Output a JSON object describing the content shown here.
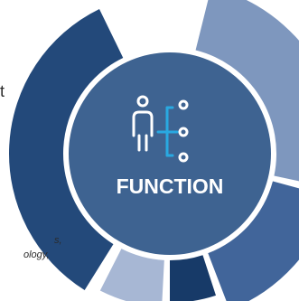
{
  "diagram": {
    "center_label": "FUNCTION",
    "center_icon": "person-with-connected-nodes-icon",
    "colors": {
      "center_fill": "#3e6391",
      "center_ring": "#ffffff",
      "icon": "#ffffff",
      "icon_accent": "#29a9e1",
      "label": "#ffffff"
    },
    "segments": [
      {
        "name": "segment-top-right",
        "color": "#7e97be"
      },
      {
        "name": "segment-bottom-right",
        "color": "#41659a"
      },
      {
        "name": "segment-bottom",
        "color": "#173a68"
      },
      {
        "name": "segment-bottom-left",
        "color": "#a7b7d4"
      },
      {
        "name": "segment-left",
        "color": "#23497a"
      }
    ]
  },
  "partial_texts": {
    "fragment_1": "t",
    "fragment_2_lines": [
      "s,",
      "ology,"
    ]
  }
}
